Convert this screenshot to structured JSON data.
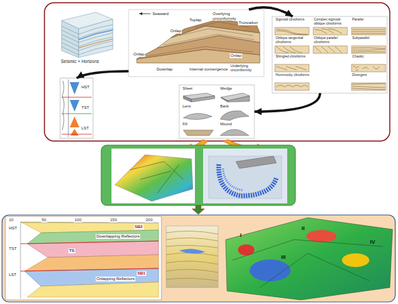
{
  "diagram": {
    "nodes": [
      {
        "text": [
          "Seismic + Horizons"
        ]
      },
      {
        "text": [
          "Seaward",
          "Toplap",
          "Overlying unconformity",
          "Truncation",
          "Onlap",
          "Downlap",
          "Onlap",
          "Internal convergence",
          "Onlap",
          "Underlying unconformity"
        ]
      },
      {
        "text": [
          "Sigmoid clinoforms",
          "Complex sigmoid-oblique clinoforms",
          "Parallel",
          "Oblique tangential clinoforms",
          "Oblique parallel clinoforms",
          "Subparallel",
          "Shingled clinoforms",
          "Chaotic",
          "Hummocky clinoforms",
          "Divergent"
        ]
      },
      {
        "text": [
          "Sheet",
          "Wedge",
          "Lens",
          "Bank",
          "Fill",
          "Mound"
        ]
      },
      {
        "text": [
          "HST",
          "TST",
          "LST"
        ]
      }
    ],
    "edges": [
      {
        "from": 1,
        "to": 4,
        "arrow": "to"
      },
      {
        "from": 1,
        "to": 2,
        "arrow": "to"
      },
      {
        "from": 2,
        "to": 3,
        "arrow": "to"
      }
    ],
    "labels": [
      "SB2",
      "SB1",
      "TS",
      "HST",
      "TST",
      "LST",
      "Downlapping Reflectors",
      "Onlapping Reflectors",
      "10",
      "50",
      "100",
      "150",
      "200",
      "I",
      "II",
      "III",
      "IV"
    ]
  }
}
